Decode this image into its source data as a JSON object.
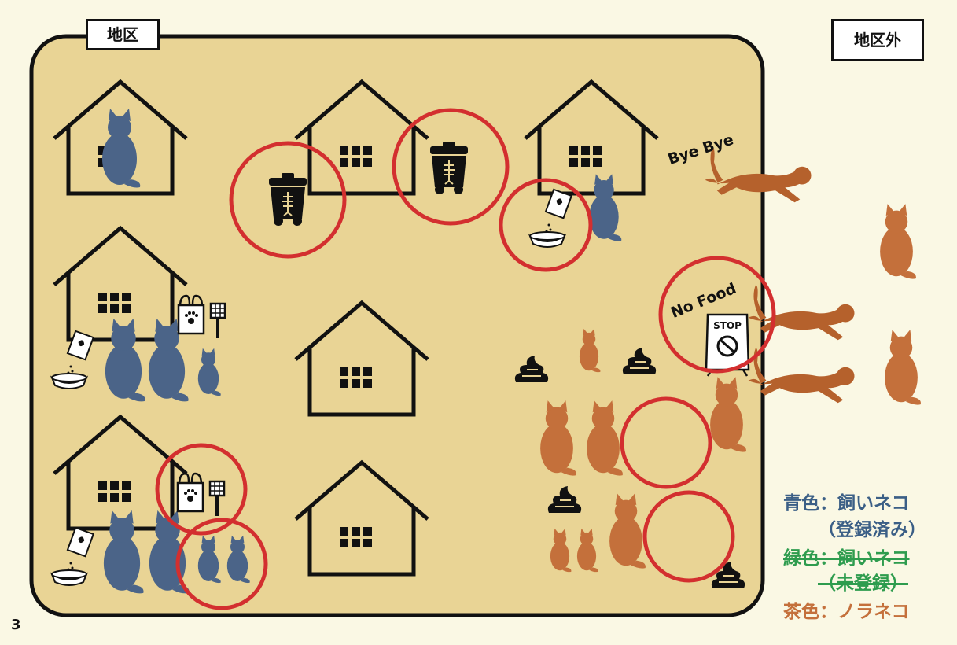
{
  "labels": {
    "district": "地区",
    "outside_district": "地区外",
    "bye_bye": "Bye Bye",
    "no_food": "No Food",
    "stop": "STOP",
    "page_number": "3"
  },
  "legend": {
    "blue_line1": "青色：飼いネコ",
    "blue_line2": "（登録済み）",
    "green_line1": "緑色：飼いネコ",
    "green_line2": "（未登録）",
    "brown_line1": "茶色：ノラネコ"
  },
  "colors": {
    "background": "#faf8e4",
    "district_fill": "#e9d495",
    "blue_cat": "#4b6488",
    "brown_cat": "#c4703b",
    "running_cat": "#b5612c",
    "circle": "#d32f2f",
    "legend_blue": "#3b5f86",
    "legend_green": "#2e9c4e",
    "legend_brown": "#c4703b"
  },
  "icons": [
    "house-icon",
    "cat-icon",
    "running-cat-icon",
    "garbage-bin-icon",
    "cat-food-icon",
    "litter-bag-icon",
    "scoop-icon",
    "poop-icon",
    "stop-sign-icon",
    "circle-marker"
  ]
}
